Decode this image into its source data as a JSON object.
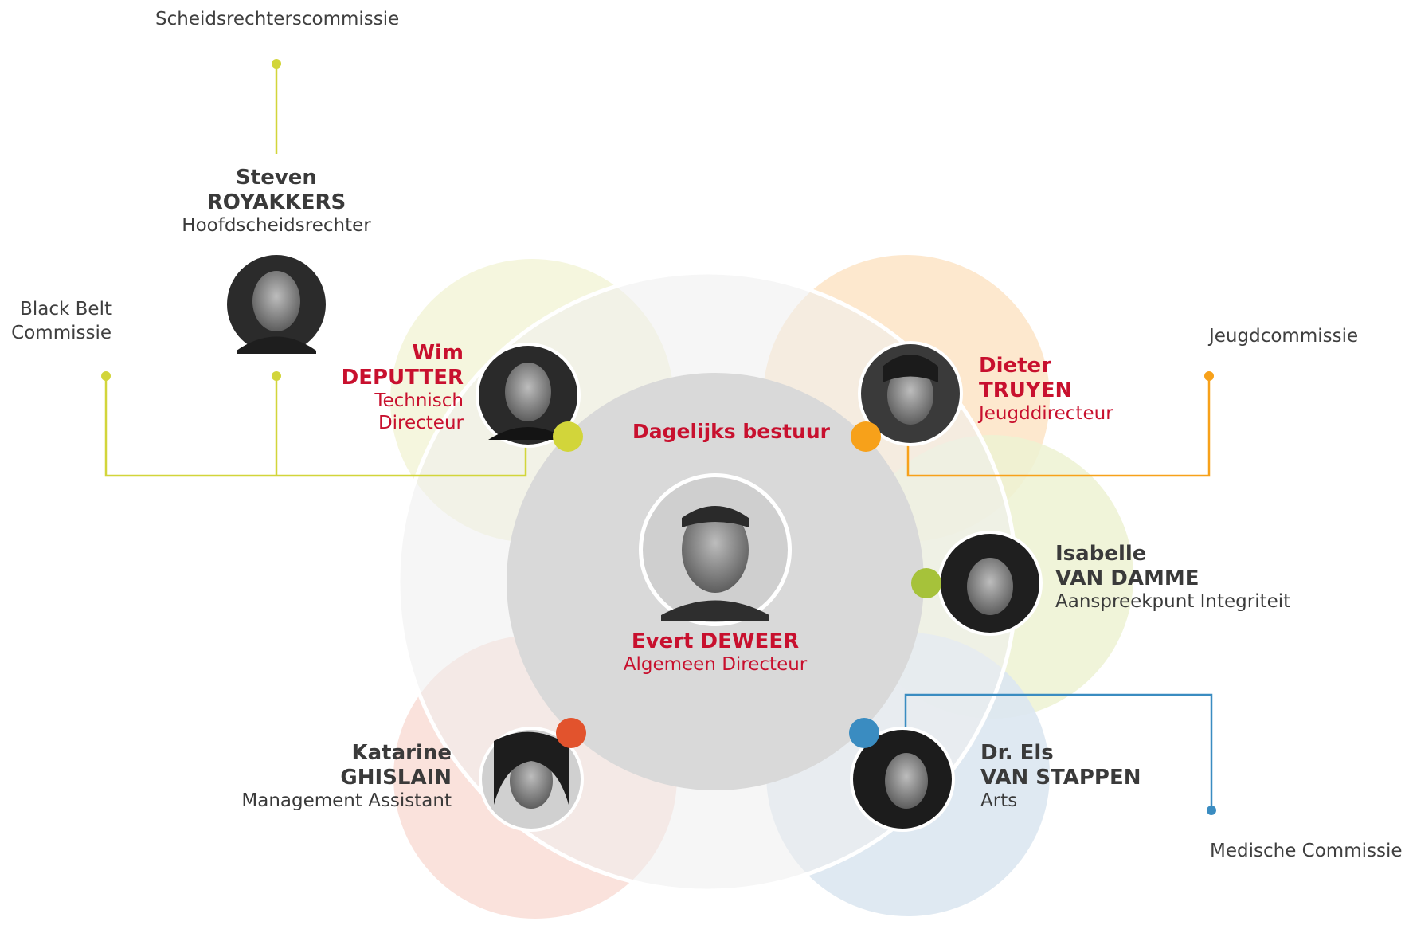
{
  "committees": {
    "scheidsrechters": "Scheidsrechterscommissie",
    "black_belt_line1": "Black Belt",
    "black_belt_line2": "Commissie",
    "jeugd": "Jeugdcommissie",
    "medische": "Medische Commissie"
  },
  "board": {
    "title": "Dagelijks bestuur"
  },
  "people": {
    "director": {
      "name": "Evert DEWEER",
      "role": "Algemeen Directeur"
    },
    "technical": {
      "first": "Wim",
      "last": "DEPUTTER",
      "role_line1": "Technisch",
      "role_line2": "Directeur"
    },
    "youth": {
      "first": "Dieter",
      "last": "TRUYEN",
      "role": "Jeugddirecteur"
    },
    "integrity": {
      "first": "Isabelle",
      "last": "VAN DAMME",
      "role": "Aanspreekpunt Integriteit"
    },
    "doctor": {
      "first": "Dr. Els",
      "last": "VAN STAPPEN",
      "role": "Arts"
    },
    "assistant": {
      "first": "Katarine",
      "last": "GHISLAIN",
      "role": "Management Assistant"
    },
    "referee": {
      "first": "Steven",
      "last": "ROYAKKERS",
      "role": "Hoofdscheidsrechter"
    }
  },
  "colors": {
    "red_text": "#c8102e",
    "yellow": "#d2d53a",
    "orange": "#f7a11a",
    "green": "#a6c23a",
    "blue": "#3a8cc1",
    "red_dot": "#e2532d",
    "grey_circle": "#d9d9d9"
  },
  "icons": {
    "avatar": "person-photo-icon",
    "node": "connector-dot-icon"
  }
}
